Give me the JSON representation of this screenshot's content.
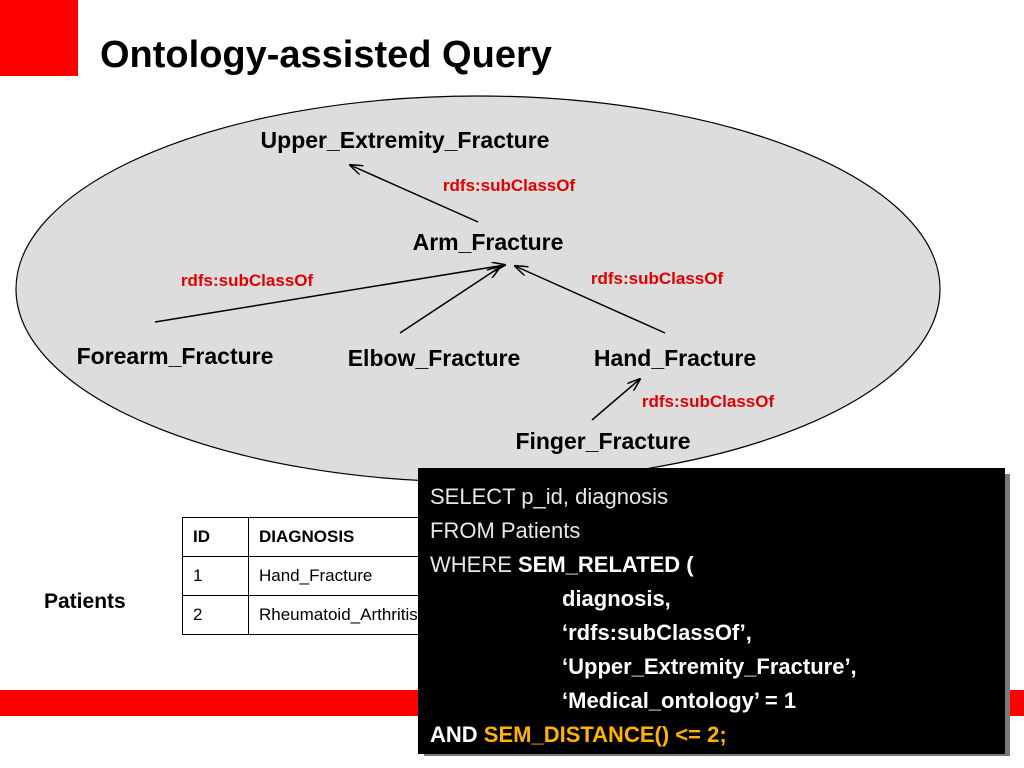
{
  "slide": {
    "title": "Ontology-assisted Query",
    "accent_color": "#ff0000"
  },
  "ontology": {
    "nodes": {
      "upper": "Upper_Extremity_Fracture",
      "arm": "Arm_Fracture",
      "forearm": "Forearm_Fracture",
      "elbow": "Elbow_Fracture",
      "hand": "Hand_Fracture",
      "finger": "Finger_Fracture"
    },
    "relations": {
      "arm_to_upper": "rdfs:subClassOf",
      "forearm_to_arm": "rdfs:subClassOf",
      "hand_to_arm": "rdfs:subClassOf",
      "finger_to_hand": "rdfs:subClassOf"
    },
    "relation_color": "#e00000"
  },
  "patients": {
    "label": "Patients",
    "headers": [
      "ID",
      "DIAGNOSIS"
    ],
    "rows": [
      [
        "1",
        "Hand_Fracture"
      ],
      [
        "2",
        "Rheumatoid_Arthritis"
      ]
    ]
  },
  "query": {
    "line1": "SELECT p_id, diagnosis",
    "line2": "FROM Patients",
    "line3_kw": "WHERE ",
    "line3_fn": "SEM_RELATED (",
    "line4": "diagnosis,",
    "line5": "‘rdfs:subClassOf’,",
    "line6": "‘Upper_Extremity_Fracture’,",
    "line7": "‘Medical_ontology’ = 1",
    "line8_kw": "AND ",
    "line8_fn": "SEM_DISTANCE() <= 2;",
    "highlight_color": "#ffb300"
  }
}
